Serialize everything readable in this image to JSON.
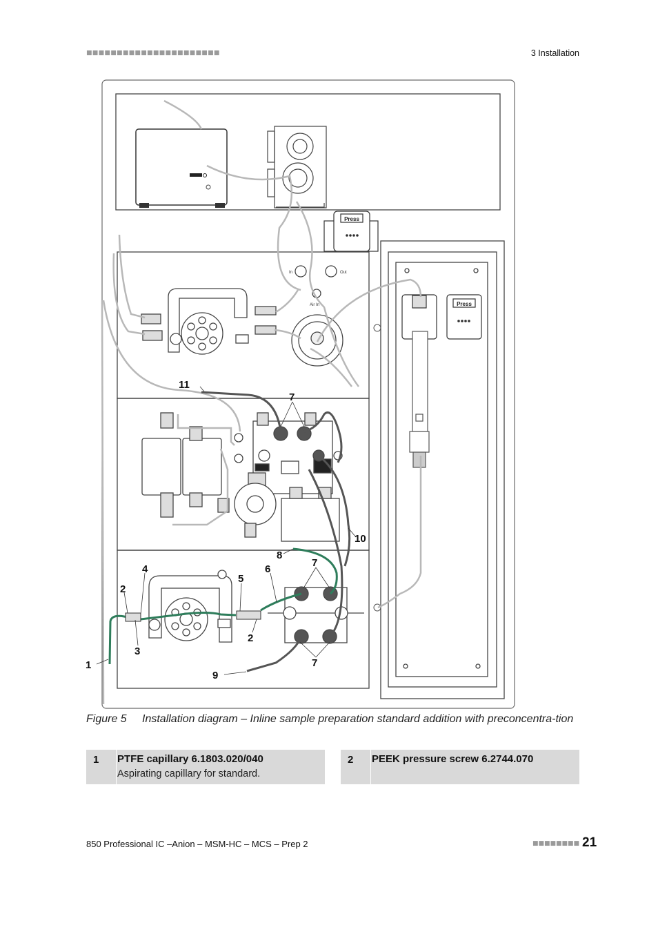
{
  "header": {
    "squares": "■■■■■■■■■■■■■■■■■■■■■■",
    "chapter": "3 Installation"
  },
  "figure": {
    "callouts": {
      "c1": "1",
      "c2a": "2",
      "c2b": "2",
      "c3": "3",
      "c4": "4",
      "c5": "5",
      "c6": "6",
      "c7a": "7",
      "c7b": "7",
      "c7c": "7",
      "c8": "8",
      "c9": "9",
      "c10": "10",
      "c11": "11"
    },
    "device_labels": {
      "press1": "Press",
      "press2": "Press",
      "in_label": "In",
      "out_label": "Out",
      "air_in": "Air In"
    },
    "caption_label": "Figure 5",
    "caption_text": "Installation diagram – Inline sample preparation standard addition with preconcentra-tion"
  },
  "legend": [
    {
      "number": "1",
      "title": "PTFE capillary 6.1803.020/040",
      "description": "Aspirating capillary for standard."
    },
    {
      "number": "2",
      "title": "PEEK pressure screw 6.2744.070",
      "description": ""
    }
  ],
  "footer": {
    "product": "850 Professional IC –Anion – MSM-HC – MCS – Prep 2",
    "squares": "■■■■■■■■",
    "page_number": "21"
  },
  "colors": {
    "capillary_green": "#2e7d5b",
    "capillary_dark": "#555555",
    "capillary_light": "#b8b8b8",
    "legend_bg": "#d9d9d9"
  }
}
